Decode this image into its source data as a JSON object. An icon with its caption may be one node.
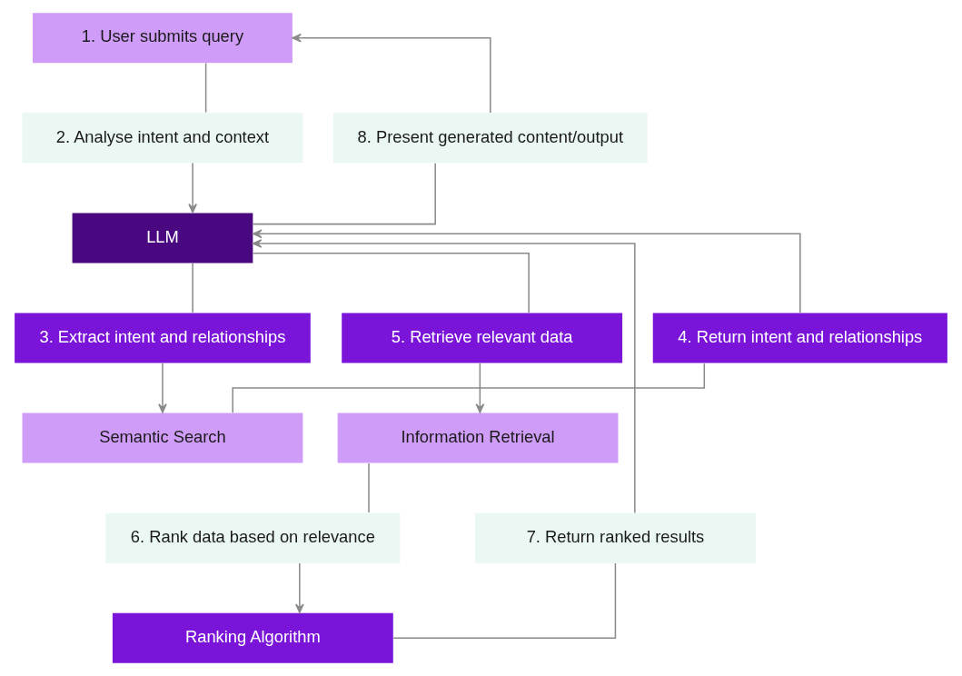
{
  "diagram": {
    "nodes": [
      {
        "text": [
          "1. User submits query"
        ]
      },
      {
        "text": [
          "2. Analyse intent and context"
        ]
      },
      {
        "text": [
          "8. Present generated content/output"
        ]
      },
      {
        "text": [
          "LLM"
        ]
      },
      {
        "text": [
          "3. Extract intent and relationships"
        ]
      },
      {
        "text": [
          "4. Return intent and relationships"
        ]
      },
      {
        "text": [
          "5. Retrieve relevant data"
        ]
      },
      {
        "text": [
          "Semantic Search"
        ]
      },
      {
        "text": [
          "Information Retrieval"
        ]
      },
      {
        "text": [
          "6. Rank data based on relevance"
        ]
      },
      {
        "text": [
          "7. Return ranked results"
        ]
      },
      {
        "text": [
          "Ranking Algorithm"
        ]
      }
    ],
    "edges": [
      {
        "from": 0,
        "to": 1,
        "arrow": "none"
      },
      {
        "from": 1,
        "to": 3,
        "arrow": "to"
      },
      {
        "from": 3,
        "to": 2,
        "arrow": "none"
      },
      {
        "from": 2,
        "to": 0,
        "arrow": "to"
      },
      {
        "from": 3,
        "to": 4,
        "arrow": "none"
      },
      {
        "from": 4,
        "to": 7,
        "arrow": "to"
      },
      {
        "from": 7,
        "to": 5,
        "arrow": "none"
      },
      {
        "from": 5,
        "to": 3,
        "arrow": "to"
      },
      {
        "from": 3,
        "to": 6,
        "arrow": "none"
      },
      {
        "from": 6,
        "to": 8,
        "arrow": "to"
      },
      {
        "from": 8,
        "to": 9,
        "arrow": "none"
      },
      {
        "from": 9,
        "to": 11,
        "arrow": "to"
      },
      {
        "from": 11,
        "to": 10,
        "arrow": "none"
      },
      {
        "from": 10,
        "to": 3,
        "arrow": "to"
      }
    ]
  }
}
